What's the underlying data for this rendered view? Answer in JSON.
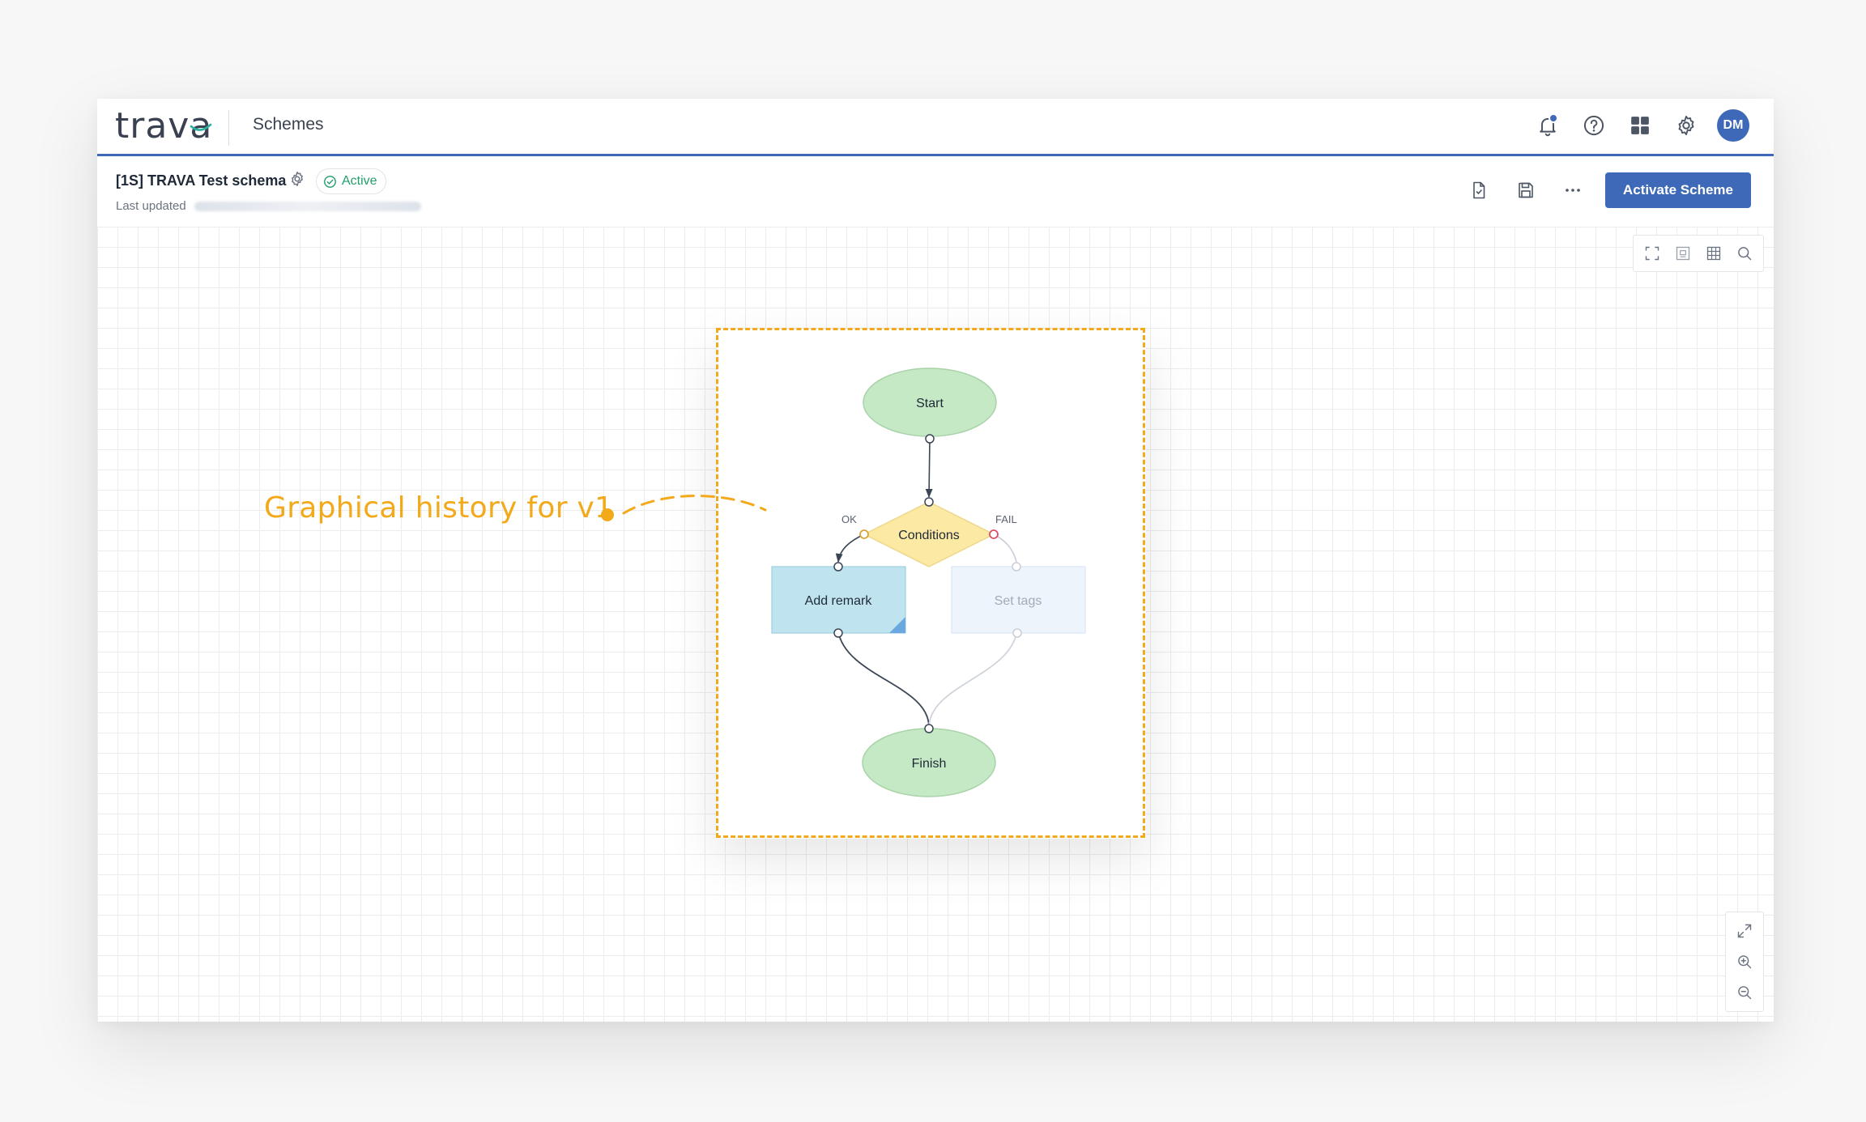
{
  "app": {
    "logo_text": "trav",
    "logo_last": "a",
    "section": "Schemes",
    "user_initials": "DM"
  },
  "schema": {
    "title": "[1S] TRAVA Test schema",
    "status": "Active",
    "last_updated_label": "Last updated"
  },
  "actions": {
    "activate_label": "Activate Scheme"
  },
  "annotation": {
    "text": "Graphical history for v1"
  },
  "diagram": {
    "nodes": {
      "start": "Start",
      "conditions": "Conditions",
      "add_remark": "Add remark",
      "set_tags": "Set tags",
      "finish": "Finish"
    },
    "edge_labels": {
      "ok": "OK",
      "fail": "FAIL"
    }
  },
  "colors": {
    "brand": "#3e69b8",
    "active": "#22a06b",
    "annotation": "#f2a91a",
    "start_fill": "#c5e8c5",
    "conditions_fill": "#fbe9a4",
    "remark_fill": "#bfe4ef",
    "tags_fill": "#eef4fc"
  },
  "icons": {
    "top": [
      "bell-icon",
      "help-icon",
      "apps-grid-icon",
      "settings-icon"
    ],
    "actions": [
      "export-file-icon",
      "save-icon",
      "more-icon"
    ],
    "canvas": [
      "fullscreen-icon",
      "minimap-icon",
      "grid-icon",
      "search-icon"
    ],
    "zoom": [
      "fit-view-icon",
      "zoom-in-icon",
      "zoom-out-icon"
    ]
  }
}
